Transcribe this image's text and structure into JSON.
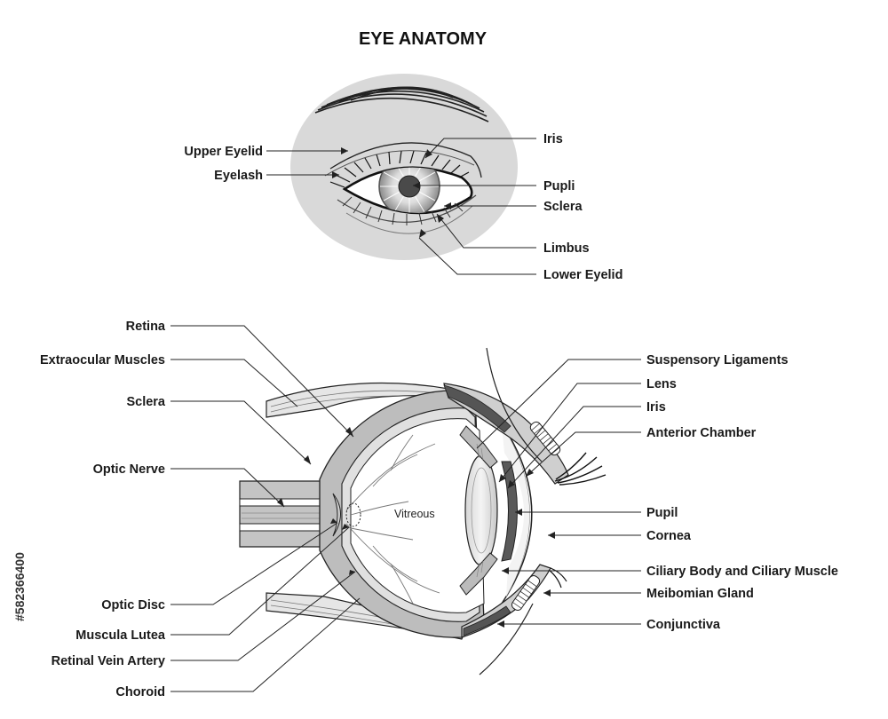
{
  "title": "EYE ANATOMY",
  "external_eye_labels": {
    "upper_eyelid": "Upper Eyelid",
    "eyelash": "Eyelash",
    "iris": "Iris",
    "pupil": "Pupli",
    "sclera": "Sclera",
    "limbus": "Limbus",
    "lower_eyelid": "Lower Eyelid"
  },
  "cross_section_left_labels": {
    "retina": "Retina",
    "extraocular_muscles": "Extraocular Muscles",
    "sclera": "Sclera",
    "optic_nerve": "Optic Nerve",
    "optic_disc": "Optic Disc",
    "muscula_lutea": "Muscula Lutea",
    "retinal_vein_artery": "Retinal Vein Artery",
    "choroid": "Choroid"
  },
  "cross_section_right_labels": {
    "suspensory_ligaments": "Suspensory Ligaments",
    "lens": "Lens",
    "iris": "Iris",
    "anterior_chamber": "Anterior Chamber",
    "pupil": "Pupil",
    "cornea": "Cornea",
    "ciliary_body": "Ciliary Body and Ciliary Muscle",
    "meibomian_gland": "Meibomian Gland",
    "conjunctiva": "Conjunctiva"
  },
  "vitreous_label": "Vitreous",
  "stock_id": "#582366400",
  "colors": {
    "outline": "#222222",
    "oval_fill": "#d9d9d9",
    "tissue_gray": "#bdbdbd",
    "dark_gray": "#555555"
  }
}
